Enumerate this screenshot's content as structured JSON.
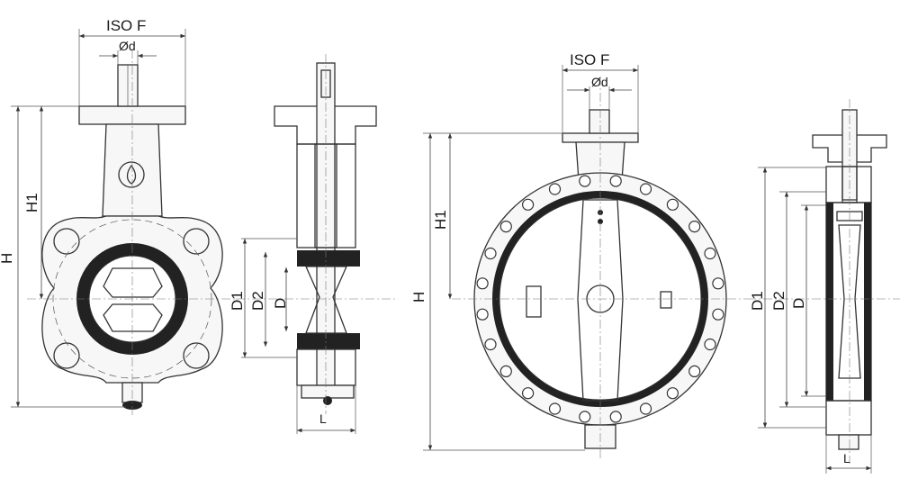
{
  "views": {
    "lug_front": {
      "iso_label": "ISO F",
      "shaft_label": "Ød",
      "height_label": "H",
      "height1_label": "H1"
    },
    "lug_side": {
      "d1_label": "D1",
      "d2_label": "D2",
      "d_label": "D",
      "length_label": "L"
    },
    "flange_front": {
      "iso_label": "ISO F",
      "shaft_label": "Ød",
      "height_label": "H",
      "height1_label": "H1"
    },
    "flange_side": {
      "d1_label": "D1",
      "d2_label": "D2",
      "d_label": "D",
      "length_label": "L"
    }
  }
}
